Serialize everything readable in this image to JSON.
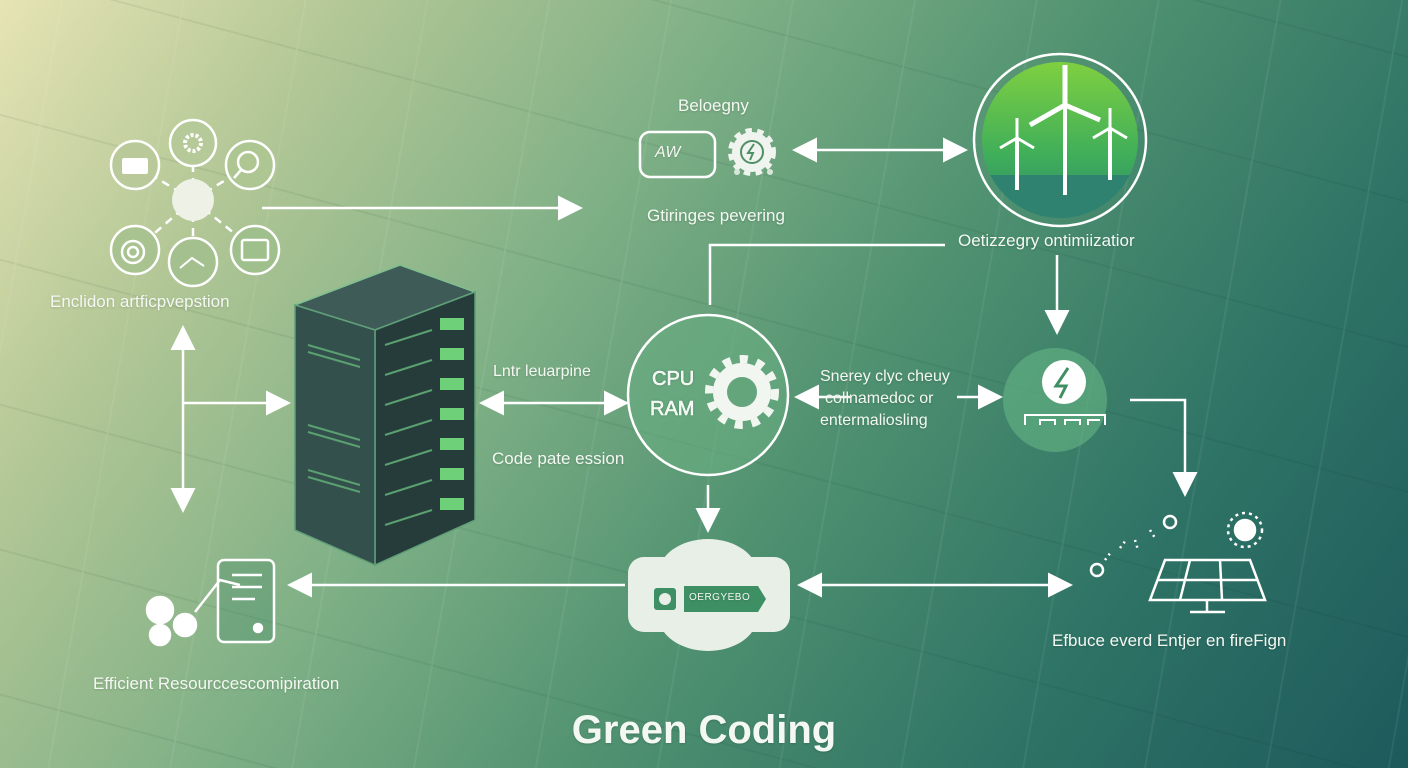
{
  "title": "Green Coding",
  "hub": {
    "label": "Enclidon artficpvepstion"
  },
  "top_center": {
    "heading": "Beloegny",
    "badge": "AW",
    "label": "Gtiringes pevering"
  },
  "wind": {
    "label": "Oetizzegry ontimiizatior"
  },
  "server_link": {
    "top_label": "Lntr leuarpine",
    "bottom_label": "Code pate ession"
  },
  "cpu": {
    "line1": "CPU",
    "line2": "RAM"
  },
  "energy_text": {
    "line1": "Snerey clyc cheuy",
    "line2": "collnamedoc or",
    "line3": "entermaliosling"
  },
  "module": {
    "label": "OERGYEBO"
  },
  "solar": {
    "label": "Efbuce everd Entjer en fireFign"
  },
  "resource": {
    "label": "Efficient Resourccescomipiration"
  },
  "colors": {
    "accent": "#3f8f64",
    "wind_green": "#5cc24a",
    "server": "#2f4a48"
  }
}
